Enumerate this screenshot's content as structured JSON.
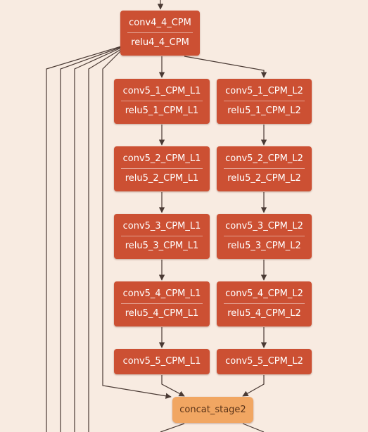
{
  "colors": {
    "background": "#f8ebe1",
    "node_fill": "#cc5033",
    "node_text": "#ffffff",
    "concat_fill": "#f1a662",
    "concat_text": "#5a3318",
    "edge": "#4a3a34"
  },
  "nodes": {
    "conv4_4": {
      "top": "conv4_4_CPM",
      "bottom": "relu4_4_CPM"
    },
    "l1": [
      {
        "top": "conv5_1_CPM_L1",
        "bottom": "relu5_1_CPM_L1"
      },
      {
        "top": "conv5_2_CPM_L1",
        "bottom": "relu5_2_CPM_L1"
      },
      {
        "top": "conv5_3_CPM_L1",
        "bottom": "relu5_3_CPM_L1"
      },
      {
        "top": "conv5_4_CPM_L1",
        "bottom": "relu5_4_CPM_L1"
      },
      {
        "top": "conv5_5_CPM_L1"
      }
    ],
    "l2": [
      {
        "top": "conv5_1_CPM_L2",
        "bottom": "relu5_1_CPM_L2"
      },
      {
        "top": "conv5_2_CPM_L2",
        "bottom": "relu5_2_CPM_L2"
      },
      {
        "top": "conv5_3_CPM_L2",
        "bottom": "relu5_3_CPM_L2"
      },
      {
        "top": "conv5_4_CPM_L2",
        "bottom": "relu5_4_CPM_L2"
      },
      {
        "top": "conv5_5_CPM_L2"
      }
    ],
    "concat": {
      "top": "concat_stage2"
    }
  }
}
